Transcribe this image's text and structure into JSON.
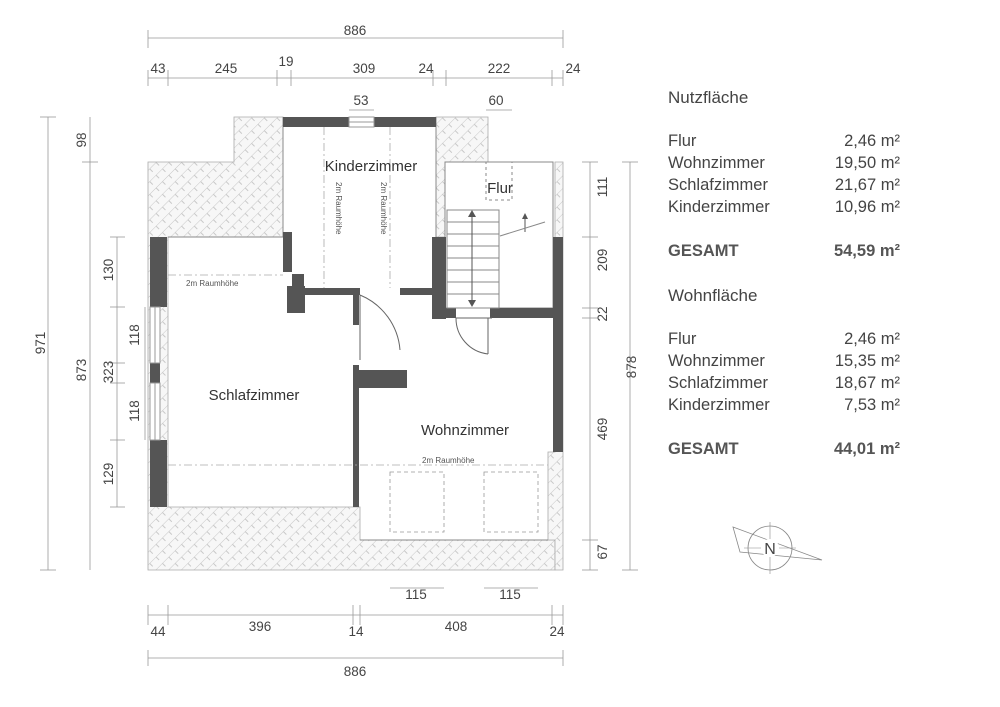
{
  "plan": {
    "rooms": {
      "kinderzimmer": "Kinderzimmer",
      "flur": "Flur",
      "schlafzimmer": "Schlafzimmer",
      "wohnzimmer": "Wohnzimmer"
    },
    "height_note": "2m Raumhöhe",
    "north_label": "N",
    "dimensions": {
      "top_total": "886",
      "top_segments": [
        "43",
        "245",
        "19",
        "309",
        "24",
        "222",
        "24"
      ],
      "window_top_left": "53",
      "window_top_right": "60",
      "left_total": "971",
      "left_inner": "873",
      "left_top": "98",
      "left_segments": [
        "130",
        "118",
        "323",
        "118",
        "129"
      ],
      "right_segments": [
        "111",
        "209",
        "22",
        "469",
        "67"
      ],
      "right_total": "878",
      "bottom_windows": [
        "115",
        "115"
      ],
      "bottom_segments": [
        "44",
        "396",
        "14",
        "408",
        "24"
      ],
      "bottom_total": "886"
    }
  },
  "areas": {
    "nutzflaeche": {
      "title": "Nutzfläche",
      "rows": [
        {
          "name": "Flur",
          "value": "2,46 m²"
        },
        {
          "name": "Wohnzimmer",
          "value": "19,50 m²"
        },
        {
          "name": "Schlafzimmer",
          "value": "21,67 m²"
        },
        {
          "name": "Kinderzimmer",
          "value": "10,96 m²"
        }
      ],
      "total_label": "GESAMT",
      "total_value": "54,59 m²"
    },
    "wohnflaeche": {
      "title": "Wohnfläche",
      "rows": [
        {
          "name": "Flur",
          "value": "2,46 m²"
        },
        {
          "name": "Wohnzimmer",
          "value": "15,35 m²"
        },
        {
          "name": "Schlafzimmer",
          "value": "18,67 m²"
        },
        {
          "name": "Kinderzimmer",
          "value": "7,53 m²"
        }
      ],
      "total_label": "GESAMT",
      "total_value": "44,01 m²"
    }
  }
}
